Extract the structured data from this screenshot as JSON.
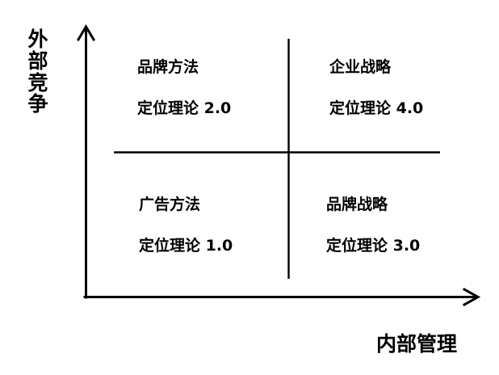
{
  "diagram": {
    "type": "2x2-matrix",
    "background_color": "#ffffff",
    "line_color": "#000000",
    "axes": {
      "y_label": "外部竞争",
      "x_label": "内部管理",
      "y_axis_name": "vertical-arrow-axis",
      "x_axis_name": "horizontal-arrow-axis"
    },
    "quadrants": [
      {
        "position": "top-left",
        "title": "品牌方法",
        "subtitle": "定位理论 2.0"
      },
      {
        "position": "top-right",
        "title": "企业战略",
        "subtitle": "定位理论 4.0"
      },
      {
        "position": "bottom-left",
        "title": "广告方法",
        "subtitle": "定位理论 1.0"
      },
      {
        "position": "bottom-right",
        "title": "品牌战略",
        "subtitle": "定位理论 3.0"
      }
    ]
  }
}
